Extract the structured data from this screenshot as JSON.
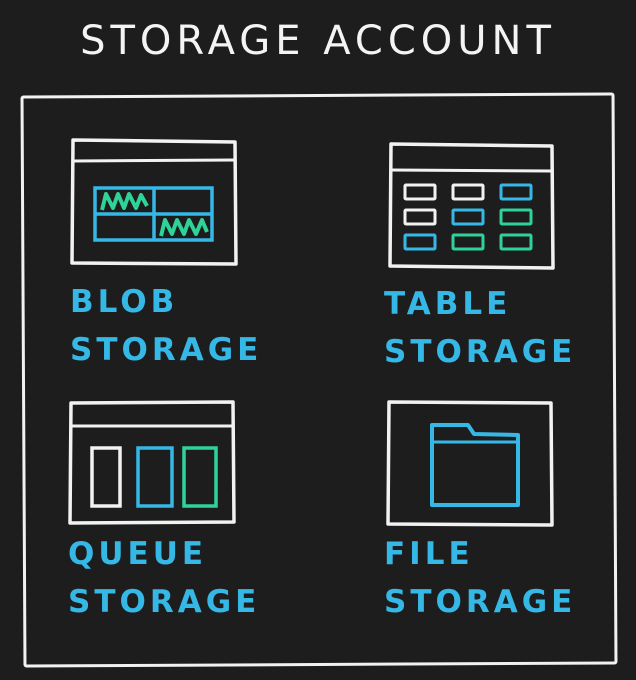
{
  "title": "STORAGE ACCOUNT",
  "colors": {
    "background": "#1d1d1d",
    "stroke": "#f2f2f2",
    "blue": "#36b8e6",
    "green": "#2fd39a"
  },
  "services": [
    {
      "line1": "BLOB",
      "line2": "STORAGE",
      "icon": "blob-grid-icon"
    },
    {
      "line1": "TABLE",
      "line2": "STORAGE",
      "icon": "table-cells-icon"
    },
    {
      "line1": "QUEUE",
      "line2": "STORAGE",
      "icon": "queue-bars-icon"
    },
    {
      "line1": "FILE",
      "line2": "STORAGE",
      "icon": "folder-icon"
    }
  ]
}
